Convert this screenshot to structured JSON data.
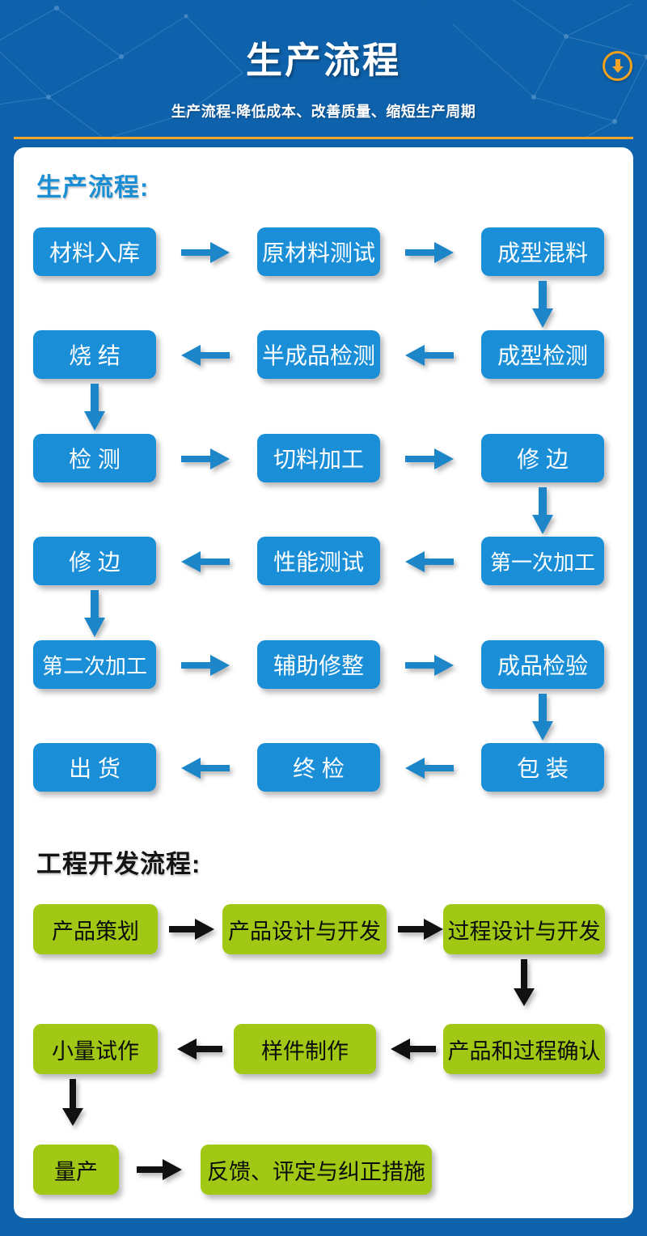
{
  "header": {
    "title": "生产流程",
    "subtitle": "生产流程-降低成本、改善质量、缩短生产周期",
    "badge_icon": "download-arrow-icon",
    "bg_color": "#0e62ac",
    "accent_color": "#f2a627"
  },
  "sections": [
    {
      "id": "production",
      "title": "生产流程:",
      "title_color": "#1a8ed4",
      "node_color": "#1a8fd8",
      "node_text_color": "#ffffff",
      "arrow_color": "#1c86c8",
      "nodes": [
        "材料入库",
        "原材料测试",
        "成型混料",
        "成型检测",
        "半成品检测",
        "烧 结",
        "检 测",
        "切料加工",
        "修 边",
        "第一次加工",
        "性能测试",
        "修 边",
        "第二次加工",
        "辅助修整",
        "成品检验",
        "包 装",
        "终 检",
        "出 货"
      ]
    },
    {
      "id": "engineering",
      "title": "工程开发流程:",
      "title_color": "#141414",
      "node_color": "#a0c814",
      "node_text_color": "#0c0c0c",
      "arrow_color": "#111111",
      "nodes": [
        "产品策划",
        "产品设计与开发",
        "过程设计与开发",
        "产品和过程确认",
        "样件制作",
        "小量试作",
        "量产",
        "反馈、评定与纠正措施"
      ]
    }
  ],
  "flow": {
    "production_order": [
      "材料入库",
      "原材料测试",
      "成型混料",
      "成型检测",
      "半成品检测",
      "烧 结",
      "检 测",
      "切料加工",
      "修 边",
      "第一次加工",
      "性能测试",
      "修 边",
      "第二次加工",
      "辅助修整",
      "成品检验",
      "包 装",
      "终 检",
      "出 货"
    ],
    "engineering_order": [
      "产品策划",
      "产品设计与开发",
      "过程设计与开发",
      "产品和过程确认",
      "样件制作",
      "小量试作",
      "量产",
      "反馈、评定与纠正措施"
    ]
  }
}
